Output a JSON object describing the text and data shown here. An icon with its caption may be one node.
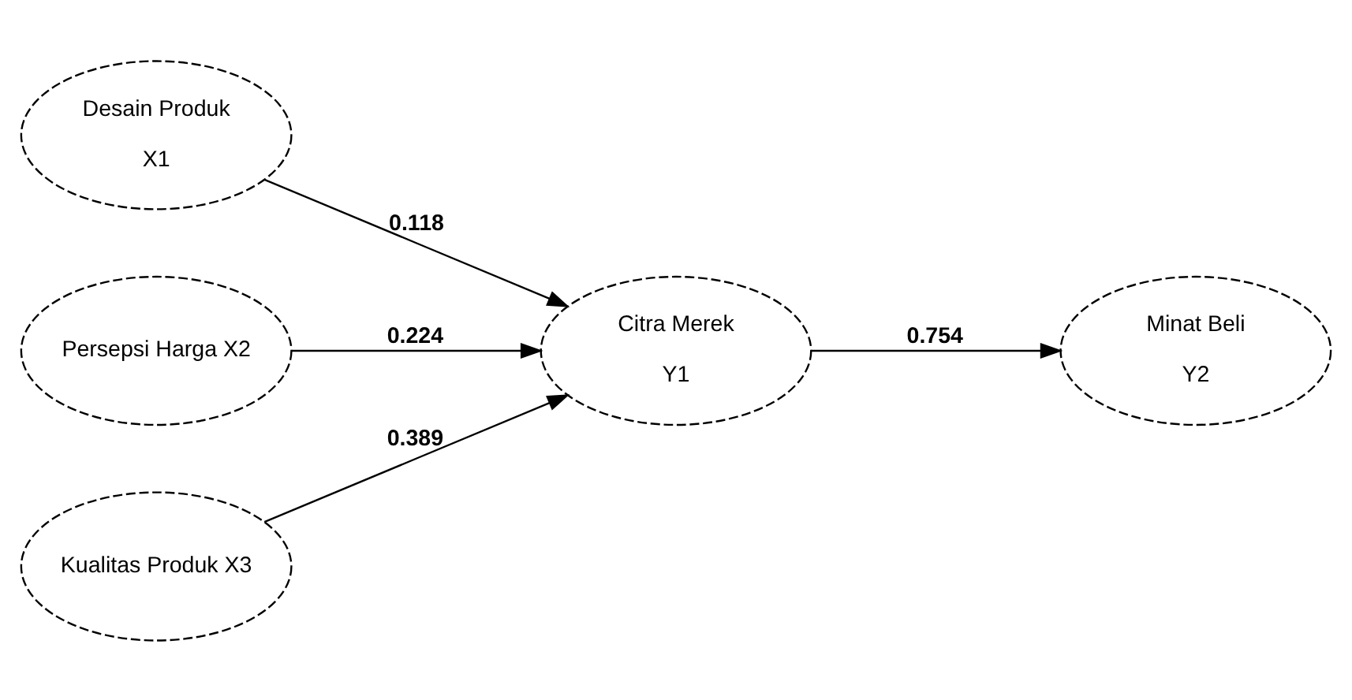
{
  "diagram": {
    "nodes": [
      {
        "text": [
          "Desain Produk",
          "X1"
        ]
      },
      {
        "text": [
          "Persepsi Harga X2"
        ]
      },
      {
        "text": [
          "Kualitas Produk X3"
        ]
      },
      {
        "text": [
          "Citra Merek",
          "Y1"
        ]
      },
      {
        "text": [
          "Minat Beli",
          "Y2"
        ]
      }
    ],
    "edges": [
      {
        "from": 0,
        "to": 3,
        "arrow": "to",
        "label": "0.118"
      },
      {
        "from": 1,
        "to": 3,
        "arrow": "to",
        "label": "0.224"
      },
      {
        "from": 2,
        "to": 3,
        "arrow": "to",
        "label": "0.389"
      },
      {
        "from": 3,
        "to": 4,
        "arrow": "to",
        "label": "0.754"
      }
    ]
  }
}
